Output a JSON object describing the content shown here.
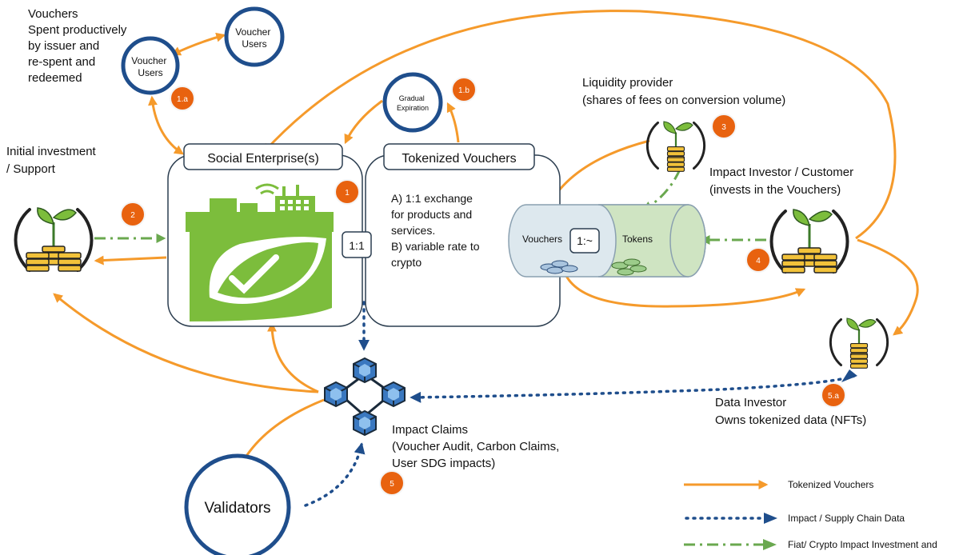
{
  "text": {
    "vouchers_note": [
      "Vouchers",
      "Spent productively",
      "by issuer and",
      "re-spent and",
      "redeemed"
    ],
    "voucher_users_a": [
      "Voucher",
      "Users"
    ],
    "voucher_users_b": [
      "Voucher",
      "Users"
    ],
    "gradual_expiration": [
      "Gradual",
      "Expiration"
    ],
    "initial_investment": [
      "Initial investment",
      "/ Support"
    ],
    "social_enterprise": "Social Enterprise(s)",
    "tokenized_vouchers": "Tokenized Vouchers",
    "exchange_desc": [
      "A) 1:1 exchange",
      "for products and",
      "services.",
      "",
      "B) variable rate to",
      "crypto"
    ],
    "ratio_1_1": "1:1",
    "ratio_1_var": "1:~",
    "vouchers_label": "Vouchers",
    "tokens_label": "Tokens",
    "liquidity_provider": [
      "Liquidity provider",
      "(shares of fees on conversion volume)"
    ],
    "impact_investor": [
      "Impact Investor / Customer",
      "(invests in the Vouchers)"
    ],
    "data_investor": [
      "Data Investor",
      "Owns tokenized data (NFTs)"
    ],
    "impact_claims": [
      "Impact Claims",
      "(Voucher Audit, Carbon Claims,",
      "User SDG impacts)"
    ],
    "validators": "Validators"
  },
  "badges": {
    "b1": "1",
    "b1a": "1.a",
    "b1b": "1.b",
    "b2": "2",
    "b3": "3",
    "b4": "4",
    "b5": "5",
    "b5a": "5.a"
  },
  "legend": [
    {
      "label": "Tokenized Vouchers"
    },
    {
      "label": "Impact / Supply Chain Data"
    },
    {
      "label": "Fiat/ Crypto Impact Investment and"
    }
  ],
  "colors": {
    "orange": "#f59a2b",
    "badge": "#e8620f",
    "navy": "#1f4e8c",
    "green_dash": "#6aa84f",
    "enterprise_green": "#7cbd3c",
    "cylinder_blue": "#dde8ee",
    "cylinder_green": "#cfe4c2"
  }
}
